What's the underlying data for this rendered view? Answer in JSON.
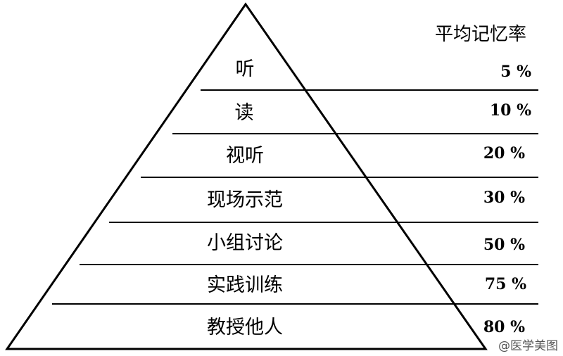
{
  "header": {
    "title": "平均记忆率"
  },
  "levels": [
    {
      "label": "听",
      "rate": "5 %"
    },
    {
      "label": "读",
      "rate": "10 %"
    },
    {
      "label": "视听",
      "rate": "20 %"
    },
    {
      "label": "现场示范",
      "rate": "30 %"
    },
    {
      "label": "小组讨论",
      "rate": "50 %"
    },
    {
      "label": "实践训练",
      "rate": "75 %"
    },
    {
      "label": "教授他人",
      "rate": "80 %"
    }
  ],
  "watermark": {
    "text": "@医学美图"
  },
  "colors": {
    "line": "#000000",
    "background": "#ffffff"
  }
}
